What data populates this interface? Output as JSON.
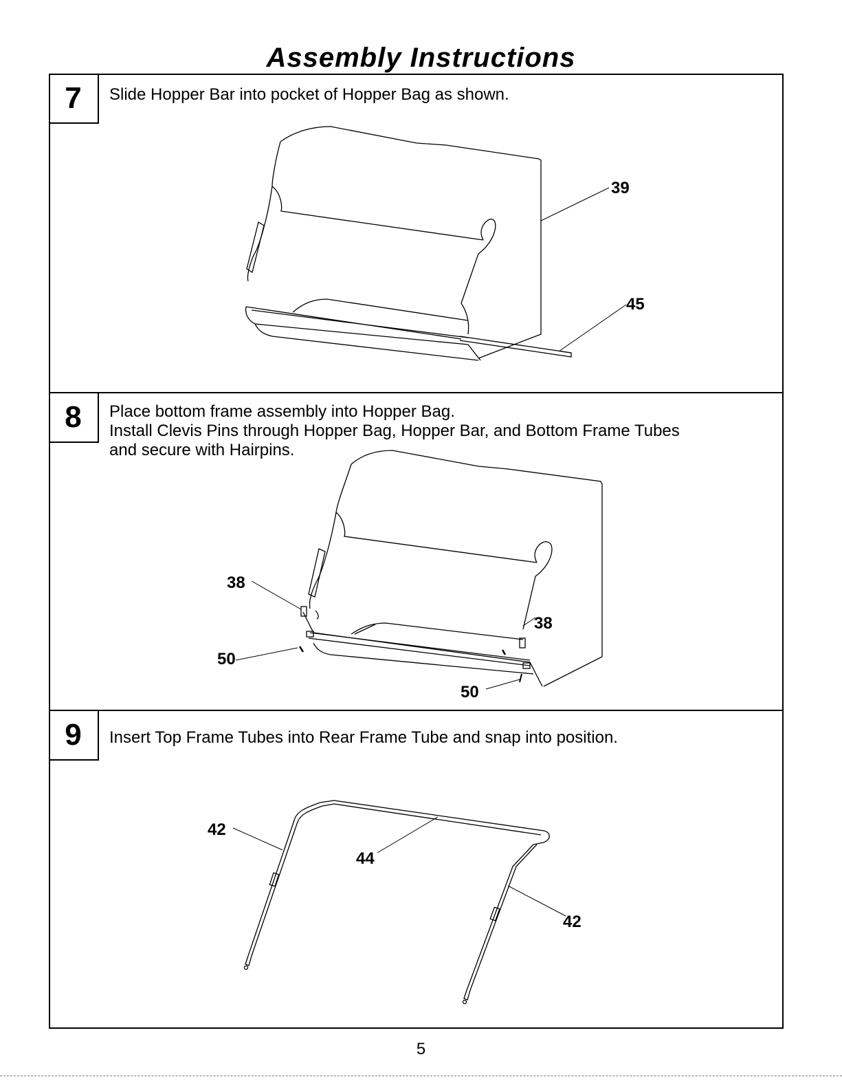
{
  "page": {
    "title": "Assembly Instructions",
    "page_number": "5"
  },
  "steps": [
    {
      "number": "7",
      "lines": [
        "Slide Hopper Bar into pocket of Hopper Bag as shown."
      ],
      "callouts": [
        "39",
        "45"
      ]
    },
    {
      "number": "8",
      "lines": [
        "Place bottom frame assembly into Hopper Bag.",
        "Install Clevis Pins through Hopper Bag, Hopper Bar, and Bottom Frame Tubes",
        "and secure with Hairpins."
      ],
      "callouts": [
        "38",
        "38",
        "50",
        "50"
      ]
    },
    {
      "number": "9",
      "lines": [
        "Insert Top Frame Tubes into Rear Frame Tube and snap into position."
      ],
      "callouts": [
        "42",
        "44",
        "42"
      ]
    }
  ]
}
